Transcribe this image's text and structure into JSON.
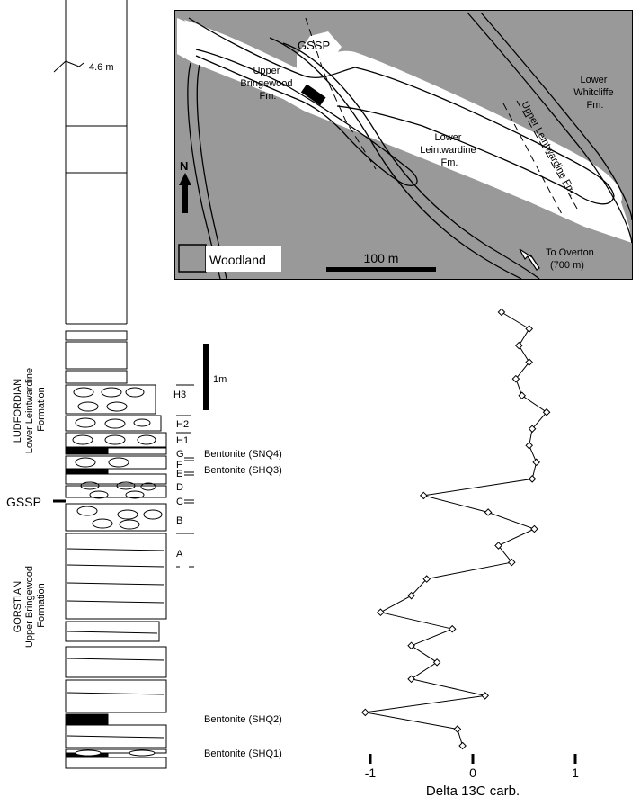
{
  "map": {
    "gssp_label": "GSSP",
    "upper_bringewood": [
      "Upper",
      "Bringewood",
      "Fm."
    ],
    "lower_leintwardine": [
      "Lower",
      "Leintwardine",
      "Fm."
    ],
    "lower_whitcliffe": [
      "Lower",
      "Whitcliffe",
      "Fm."
    ],
    "upper_leintwardine": "Upper Leintwardine Fm.",
    "north": "N",
    "legend_woodland": "Woodland",
    "scale_label": "100 m",
    "to_overton": [
      "To Overton",
      "(700 m)"
    ],
    "woodland_color": "#999999"
  },
  "column": {
    "gap_label": "4.6 m",
    "scale_bar_label": "1m",
    "gssp_marker": "GSSP",
    "ludfordian": [
      "LUDFORDIAN",
      "Lower Leintwardine",
      "Formation"
    ],
    "gorstian": [
      "GORSTIAN",
      "Upper Bringewood",
      "Formation"
    ],
    "units": [
      "H3",
      "H2",
      "H1",
      "G",
      "F",
      "E",
      "D",
      "C",
      "B",
      "A"
    ],
    "bentonites": [
      "Bentonite (SNQ4)",
      "Bentonite (SHQ3)",
      "Bentonite (SHQ2)",
      "Bentonite (SHQ1)"
    ]
  },
  "chart_data": {
    "type": "line",
    "xlabel": "Delta 13C carb.",
    "xticks": [
      "-1",
      "0",
      "1"
    ],
    "xlim": [
      -1.25,
      1.25
    ],
    "y_order": "top-to-bottom",
    "x": [
      0.28,
      0.55,
      0.45,
      0.55,
      0.42,
      0.48,
      0.72,
      0.58,
      0.55,
      0.62,
      0.58,
      -0.48,
      0.15,
      0.6,
      0.25,
      0.38,
      -0.45,
      -0.6,
      -0.9,
      -0.2,
      -0.6,
      -0.35,
      -0.6,
      0.12,
      -1.05,
      -0.15,
      -0.1
    ]
  }
}
